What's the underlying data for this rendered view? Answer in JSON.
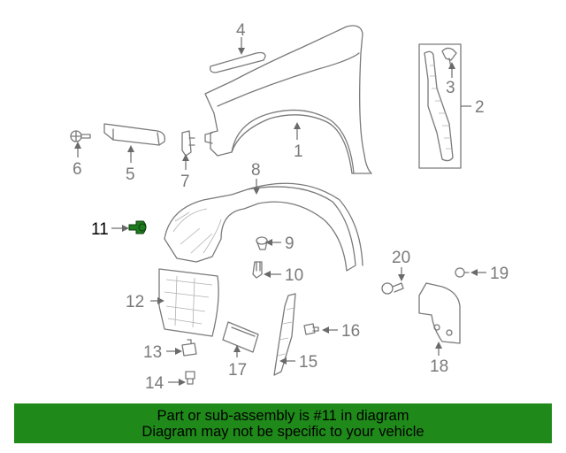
{
  "callouts": {
    "c1": "1",
    "c2": "2",
    "c3": "3",
    "c4": "4",
    "c5": "5",
    "c6": "6",
    "c7": "7",
    "c8": "8",
    "c9": "9",
    "c10": "10",
    "c11": "11",
    "c12": "12",
    "c13": "13",
    "c14": "14",
    "c15": "15",
    "c16": "16",
    "c17": "17",
    "c18": "18",
    "c19": "19",
    "c20": "20"
  },
  "highlight": {
    "part_number": "11",
    "color": "#1f8a1a"
  },
  "banner": {
    "line1": "Part or sub-assembly is #11 in diagram",
    "line2": "Diagram may not be specific to your vehicle"
  },
  "colors": {
    "line_art": "#7a7a7a",
    "banner_bg": "#1f8a1a"
  }
}
